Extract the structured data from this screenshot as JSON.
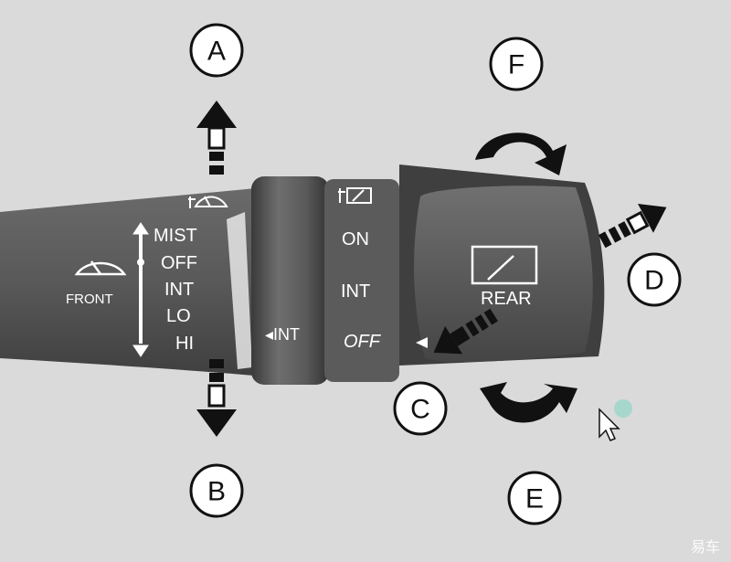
{
  "callouts": [
    "A",
    "B",
    "C",
    "D",
    "E",
    "F"
  ],
  "front_section": {
    "front_label": "FRONT",
    "positions": [
      "MIST",
      "OFF",
      "INT",
      "LO",
      "HI"
    ],
    "ring_label": "◂INT"
  },
  "rear_section": {
    "positions": [
      "ON",
      "INT",
      "OFF"
    ],
    "knob_label": "REAR"
  },
  "watermark": "易车",
  "icons": {
    "front_wiper": "front-wiper-icon",
    "washer": "washer-spray-icon",
    "rear_wiper": "rear-wiper-icon",
    "cursor": "mouse-cursor-icon"
  },
  "colors": {
    "stalk": "#5a5a5a",
    "stalk_dark": "#3d3d3d",
    "arrow": "#111111",
    "background": "#dadada"
  }
}
